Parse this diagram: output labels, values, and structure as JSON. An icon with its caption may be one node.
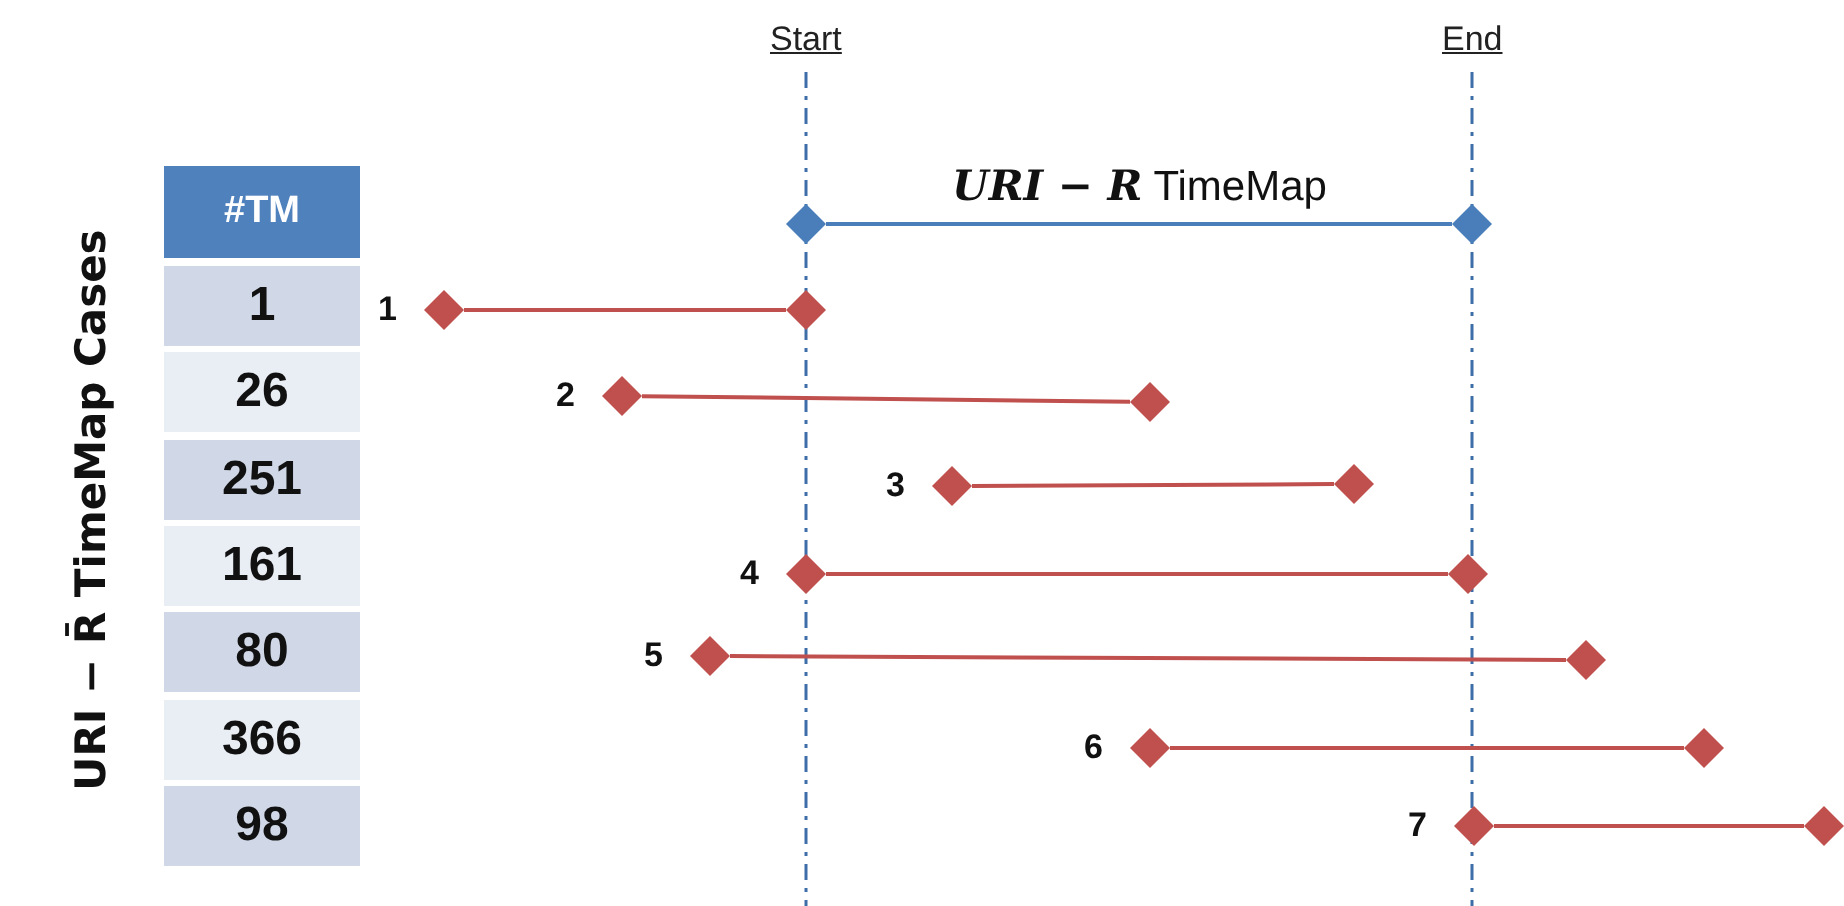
{
  "diagram": {
    "nodes": [
      {
        "text": [],
        "shape": "diamond"
      },
      {
        "text": [],
        "shape": "diamond"
      },
      {
        "text": [],
        "shape": "diamond",
        "beside": [
          "1"
        ]
      },
      {
        "text": [],
        "shape": "diamond"
      },
      {
        "text": [],
        "shape": "diamond",
        "beside": [
          "2"
        ]
      },
      {
        "text": [],
        "shape": "diamond"
      },
      {
        "text": [],
        "shape": "diamond",
        "beside": [
          "3"
        ]
      },
      {
        "text": [],
        "shape": "diamond"
      },
      {
        "text": [],
        "shape": "diamond",
        "beside": [
          "4"
        ]
      },
      {
        "text": [],
        "shape": "diamond"
      },
      {
        "text": [],
        "shape": "diamond",
        "beside": [
          "5"
        ]
      },
      {
        "text": [],
        "shape": "diamond"
      },
      {
        "text": [],
        "shape": "diamond",
        "beside": [
          "6"
        ]
      },
      {
        "text": [],
        "shape": "diamond"
      },
      {
        "text": [],
        "shape": "diamond",
        "beside": [
          "7"
        ]
      },
      {
        "text": [],
        "shape": "diamond"
      }
    ],
    "edges": [
      {
        "from": 0,
        "to": 1,
        "arrow": "none",
        "label": "*URI − R* TimeMap",
        "color": "#4a7ebb"
      },
      {
        "from": 2,
        "to": 3,
        "arrow": "none"
      },
      {
        "from": 4,
        "to": 5,
        "arrow": "none"
      },
      {
        "from": 6,
        "to": 7,
        "arrow": "none"
      },
      {
        "from": 8,
        "to": 9,
        "arrow": "none"
      },
      {
        "from": 10,
        "to": 11,
        "arrow": "none"
      },
      {
        "from": 12,
        "to": 13,
        "arrow": "none"
      },
      {
        "from": 14,
        "to": 15,
        "arrow": "none"
      }
    ],
    "labels": [
      "Start",
      "End",
      "URI − R̄ TimeMap Cases",
      "#TM",
      "1",
      "26",
      "251",
      "161",
      "80",
      "366",
      "98"
    ]
  }
}
